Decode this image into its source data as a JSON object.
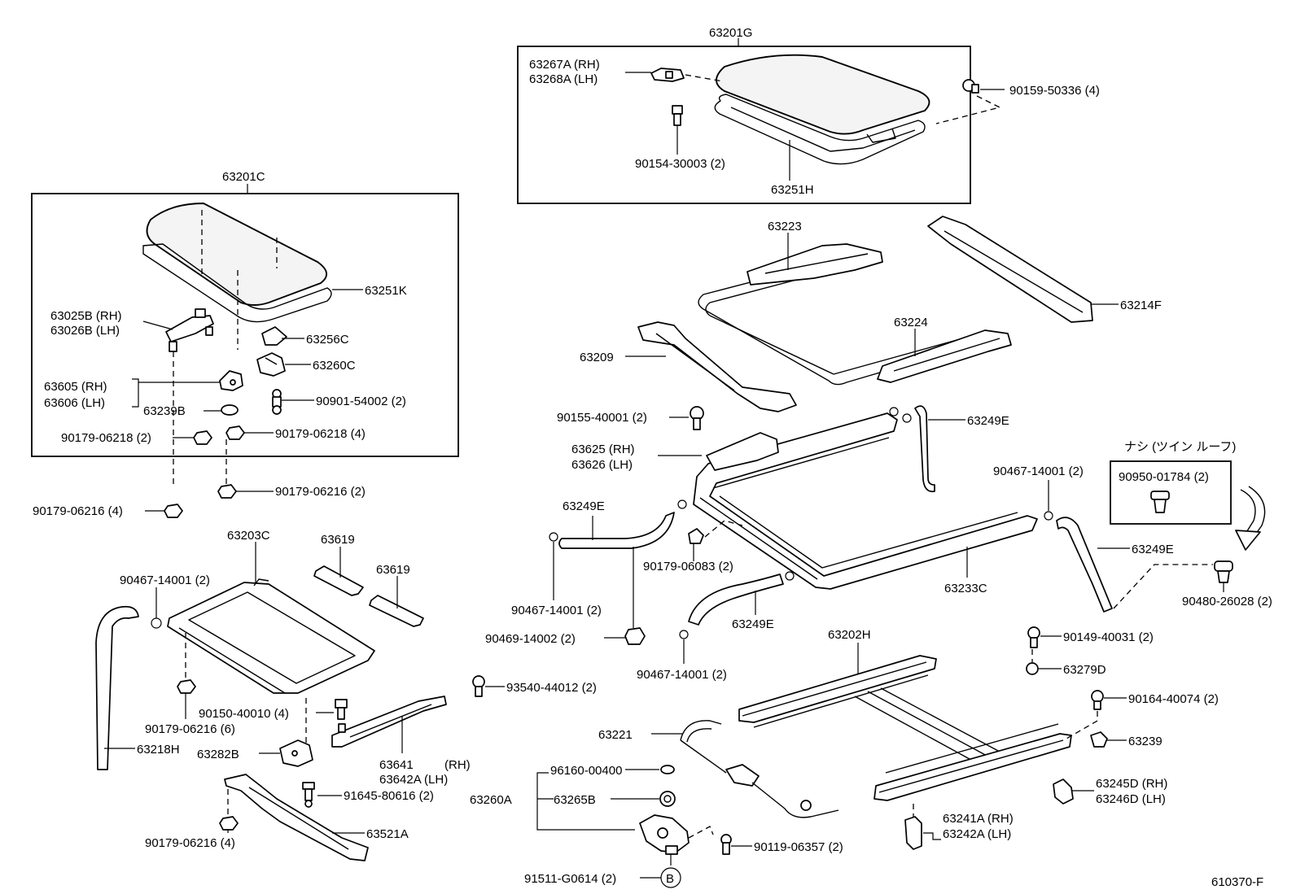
{
  "diagram_id": "610370-F",
  "group_labels": {
    "g63201G": "63201G",
    "g63201C": "63201C",
    "g63203C": "63203C",
    "g63202H": "63202H",
    "g63260A": "63260A",
    "japanese_note": "ナシ (ツイン ルーフ)"
  },
  "callout_circle": "B",
  "parts": {
    "p63267A": "63267A (RH)",
    "p63268A": "63268A (LH)",
    "p90159": "90159-50336 (4)",
    "p90154": "90154-30003 (2)",
    "p63251H": "63251H",
    "p63251K": "63251K",
    "p63025B": "63025B (RH)",
    "p63026B": "63026B (LH)",
    "p63256C": "63256C",
    "p63260C": "63260C",
    "p63605": "63605 (RH)",
    "p63606": "63606 (LH)",
    "p63239B": "63239B",
    "p90901": "90901-54002 (2)",
    "p90179_06218_2": "90179-06218 (2)",
    "p90179_06218_4": "90179-06218 (4)",
    "p90179_06216_2a": "90179-06216 (2)",
    "p90179_06216_4a": "90179-06216 (4)",
    "p63223": "63223",
    "p63214F": "63214F",
    "p63224": "63224",
    "p63209": "63209",
    "p90155": "90155-40001 (2)",
    "p63249E_a": "63249E",
    "p63625": "63625 (RH)",
    "p63626": "63626 (LH)",
    "p90467_a": "90467-14001 (2)",
    "p90950": "90950-01784 (2)",
    "p63249E_b": "63249E",
    "p63249E_c": "63249E",
    "p90179_06083": "90179-06083 (2)",
    "p90480": "90480-26028 (2)",
    "p63233C": "63233C",
    "p90467_b": "90467-14001 (2)",
    "p63249E_d": "63249E",
    "p90469": "90469-14002 (2)",
    "p90467_c": "90467-14001 (2)",
    "p90467_d": "90467-14001 (2)",
    "p63619_a": "63619",
    "p63619_b": "63619",
    "p90150": "90150-40010 (4)",
    "p90179_06216_6": "90179-06216 (6)",
    "p63282B": "63282B",
    "p63218H": "63218H",
    "p63641": "63641",
    "p63641rh": "(RH)",
    "p63642A": "63642A (LH)",
    "p91645": "91645-80616 (2)",
    "p63521A": "63521A",
    "p90179_06216_4b": "90179-06216 (4)",
    "p93540": "93540-44012 (2)",
    "p90149": "90149-40031 (2)",
    "p63279D": "63279D",
    "p90164": "90164-40074 (2)",
    "p63239": "63239",
    "p63221": "63221",
    "p96160": "96160-00400",
    "p63265B": "63265B",
    "p90119": "90119-06357 (2)",
    "p91511": "91511-G0614 (2)",
    "p63245D": "63245D (RH)",
    "p63246D": "63246D (LH)",
    "p63241A": "63241A (RH)",
    "p63242A": "63242A (LH)"
  }
}
